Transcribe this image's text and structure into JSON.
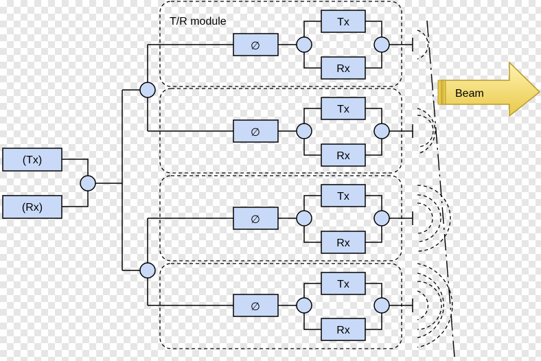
{
  "diagram": {
    "module_label": "T/R module",
    "tx_label": "Tx",
    "rx_label": "Rx",
    "phase_symbol": "∅",
    "input_tx_label": "(Tx)",
    "input_rx_label": "(Rx)",
    "beam_label": "Beam",
    "colors": {
      "box_fill": "#c9daf8",
      "beam_fill": "#f8e08a",
      "line": "#000000"
    }
  }
}
